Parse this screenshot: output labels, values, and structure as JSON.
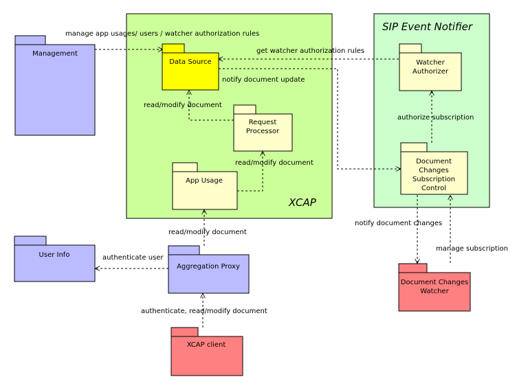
{
  "colors": {
    "container_green": "#ccff99",
    "notifier_green": "#ccffcc",
    "blue": "#bbbbff",
    "light_yellow": "#ffffcc",
    "yellow": "#ffff00",
    "red": "#ff8080"
  },
  "containers": {
    "xcap": "XCAP",
    "sip_event_notifier": "SIP Event Notifier"
  },
  "packages": {
    "management": [
      "Management"
    ],
    "data_source": [
      "Data Source"
    ],
    "request_processor": [
      "Request",
      "Processor"
    ],
    "app_usage": [
      "App Usage"
    ],
    "watcher_authorizer": [
      "Watcher",
      "Authorizer"
    ],
    "document_changes_subscription_control": [
      "Document",
      "Changes",
      "Subscription",
      "Control"
    ],
    "user_info": [
      "User Info"
    ],
    "aggregation_proxy": [
      "Aggregation Proxy"
    ],
    "xcap_client": [
      "XCAP client"
    ],
    "document_changes_watcher": [
      "Document Changes",
      "Watcher"
    ]
  },
  "relations": {
    "management_to_data_source": "manage app usages/ users / watcher authorization rules",
    "watcher_authorizer_to_data_source": "get watcher authorization rules",
    "data_source_to_subscription_control": "notify document update",
    "request_processor_to_data_source": "read/modify document",
    "app_usage_to_request_processor": "read/modify document",
    "subscription_control_to_watcher_authorizer": "authorize subscription",
    "aggregation_proxy_to_app_usage": "read/modify document",
    "aggregation_proxy_to_user_info": "authenticate user",
    "xcap_client_to_aggregation_proxy": "authenticate, read/modify document",
    "subscription_control_to_watcher": "notify document changes",
    "watcher_to_subscription_control": "manage subscription"
  }
}
